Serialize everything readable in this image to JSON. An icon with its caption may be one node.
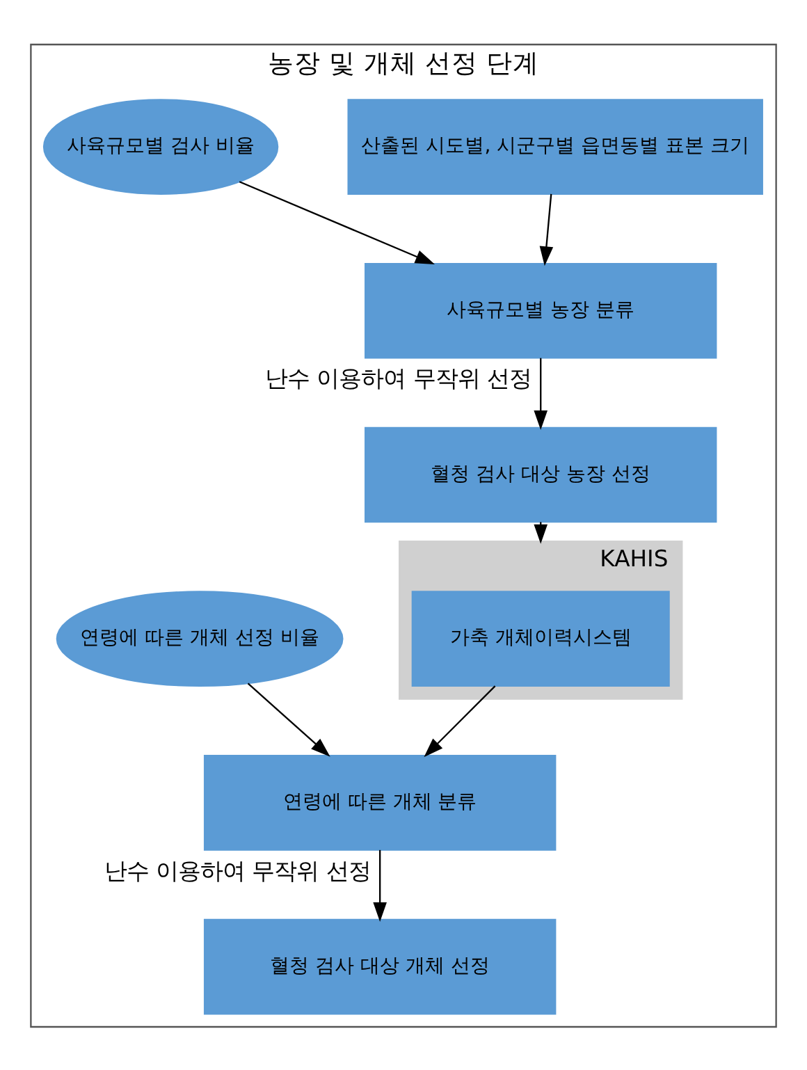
{
  "diagram": {
    "nodes": [
      {
        "text": [
          "농장 및 개체 선정 단계"
        ]
      },
      {
        "text": [
          "산출된 시도별, 시군구별 읍면동별 표본 크기"
        ],
        "in": 0
      },
      {
        "text": [
          "사육규모별 검사 비율"
        ],
        "in": 0
      },
      {
        "text": [
          "사육규모별 농장 분류"
        ],
        "in": 0
      },
      {
        "text": [
          "혈청 검사 대상 농장 선정"
        ],
        "in": 0
      },
      {
        "text": [
          "KAHIS"
        ],
        "in": 0
      },
      {
        "text": [
          "가축 개체이력시스템"
        ],
        "in": 5
      },
      {
        "text": [
          "연령에 따른 개체 선정 비율"
        ],
        "in": 0
      },
      {
        "text": [
          "연령에 따른 개체 분류"
        ],
        "in": 0
      },
      {
        "text": [
          "혈청 검사 대상 개체 선정"
        ],
        "in": 0
      }
    ],
    "edges": [
      {
        "from": 1,
        "to": 3,
        "arrow": "to"
      },
      {
        "from": 2,
        "to": 3,
        "arrow": "to"
      },
      {
        "from": 3,
        "to": 4,
        "arrow": "to",
        "label": "난수 이용하여 무작위 선정"
      },
      {
        "from": 4,
        "to": 5,
        "arrow": "to"
      },
      {
        "from": 6,
        "to": 8,
        "arrow": "to"
      },
      {
        "from": 7,
        "to": 8,
        "arrow": "to"
      },
      {
        "from": 8,
        "to": 9,
        "arrow": "to",
        "label": "난수 이용하여 무작위 선정"
      }
    ]
  }
}
